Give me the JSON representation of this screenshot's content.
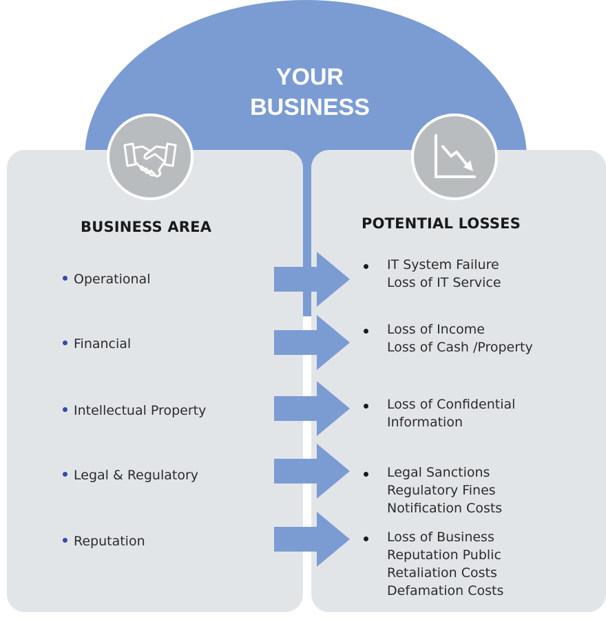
{
  "colors": {
    "dome": "#7b9cd2",
    "panel": "#e2e5e8",
    "icon_circle": "#b9bcbf",
    "arrow": "#7b9cd2",
    "bullet_blue": "#2f4fa3",
    "text": "#2b2b2b"
  },
  "title": {
    "line1": "YOUR",
    "line2": "BUSINESS"
  },
  "icons": {
    "left": "handshake-icon",
    "right": "declining-chart-icon"
  },
  "business_area": {
    "heading": "BUSINESS AREA",
    "items": [
      {
        "label": "Operational"
      },
      {
        "label": "Financial"
      },
      {
        "label": "Intellectual Property"
      },
      {
        "label": "Legal & Regulatory"
      },
      {
        "label": "Reputation"
      }
    ]
  },
  "potential_losses": {
    "heading": "POTENTIAL LOSSES",
    "items": [
      {
        "lines": [
          "IT System Failure",
          "Loss of IT Service"
        ]
      },
      {
        "lines": [
          "Loss of Income",
          "Loss of Cash /Property"
        ]
      },
      {
        "lines": [
          "Loss of Confidential",
          "Information"
        ]
      },
      {
        "lines": [
          "Legal Sanctions",
          "Regulatory Fines",
          "Notification Costs"
        ]
      },
      {
        "lines": [
          "Loss of Business",
          "Reputation Public",
          "Retaliation Costs",
          "Defamation Costs"
        ]
      }
    ]
  }
}
